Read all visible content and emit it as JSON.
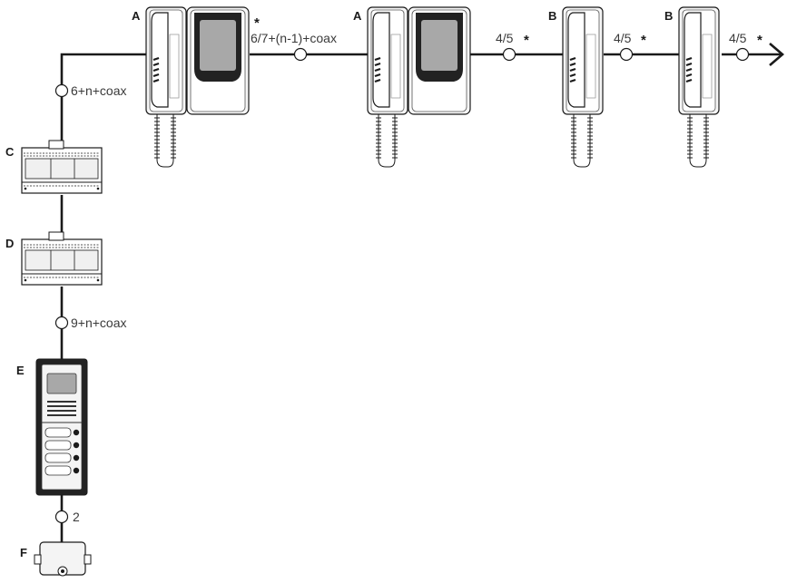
{
  "devices": {
    "A1": "A",
    "A2": "A",
    "B1": "B",
    "B2": "B",
    "C": "C",
    "D": "D",
    "E": "E",
    "F": "F"
  },
  "cables": {
    "riser_top": "6+n+coax",
    "monitor_1": "6/7+(n-1)+coax",
    "monitor_2": "4/5",
    "handset_1": "4/5",
    "handset_2": "4/5",
    "panel": "9+n+coax",
    "lock": "2"
  },
  "markers": {
    "asterisk": "*"
  },
  "colors": {
    "line": "#1a1a1a",
    "device_fill": "#f4f4f4",
    "screen": "#a8a8a8",
    "dark": "#222222"
  }
}
